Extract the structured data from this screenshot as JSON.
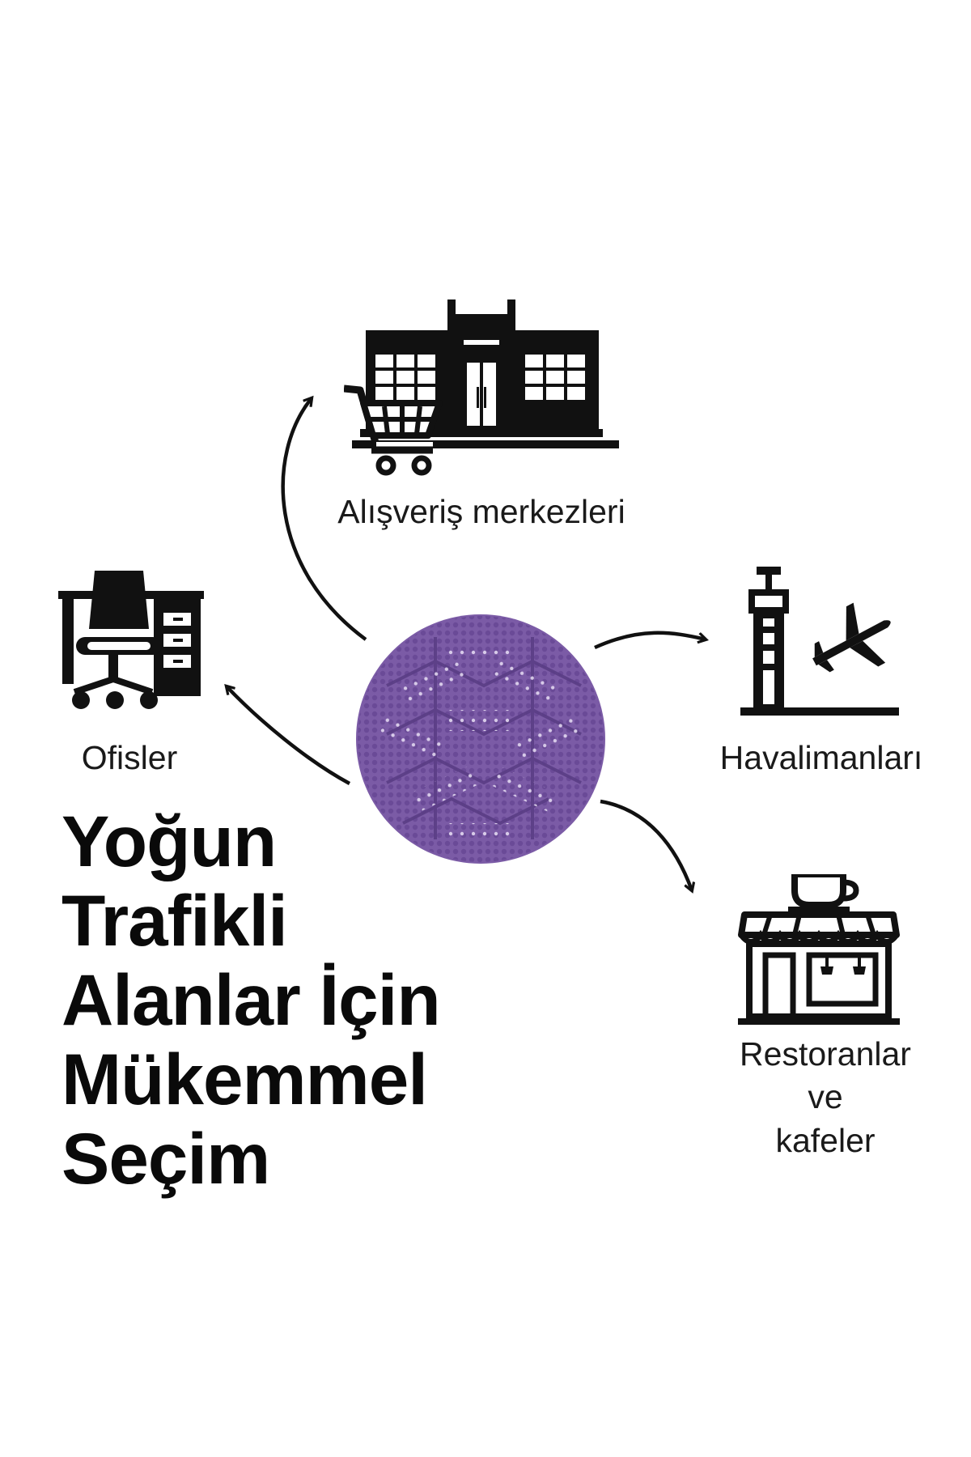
{
  "headline": {
    "lines": [
      "Yoğun",
      "Trafikli",
      "Alanlar İçin",
      "Mükemmel",
      "Seçim"
    ]
  },
  "destinations": {
    "shopping": {
      "label": "Alışveriş merkezleri",
      "icon": "shopping-mall-cart-icon"
    },
    "offices": {
      "label": "Ofisler",
      "icon": "office-desk-chair-icon"
    },
    "airports": {
      "label": "Havalimanları",
      "icon": "airport-tower-plane-icon"
    },
    "restaurants": {
      "lines": [
        "Restoranlar",
        "ve",
        "kafeler"
      ],
      "icon": "cafe-storefront-icon"
    }
  },
  "product": {
    "icon": "purple-round-mat-icon",
    "color": "#7b5ba6"
  },
  "colors": {
    "icon": "#111111",
    "text": "#1a1a1a",
    "background": "#ffffff"
  }
}
